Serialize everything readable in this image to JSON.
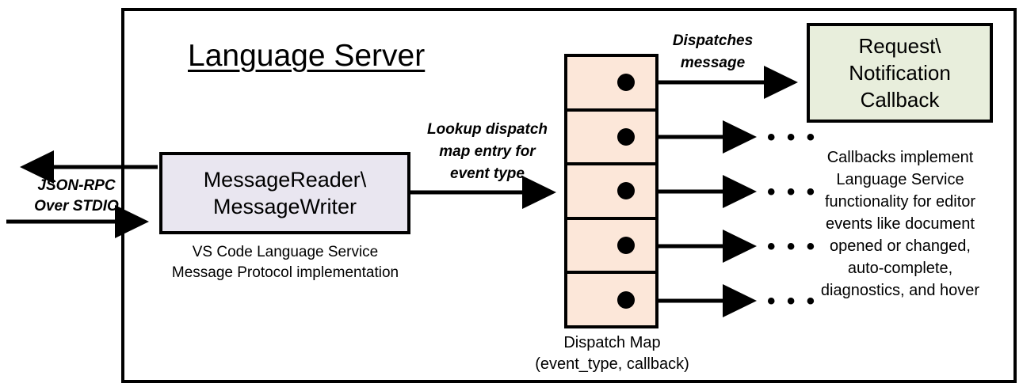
{
  "diagram": {
    "title": "Language Server",
    "io_label": {
      "line1": "JSON-RPC",
      "line2": "Over STDIO"
    },
    "reader": {
      "line1": "MessageReader\\",
      "line2": "MessageWriter",
      "caption_line1": "VS Code Language Service",
      "caption_line2": "Message Protocol implementation"
    },
    "lookup_label": {
      "line1": "Lookup dispatch",
      "line2": "map entry for",
      "line3": "event type"
    },
    "dispatch_map": {
      "caption_line1": "Dispatch Map",
      "caption_line2": "(event_type, callback)",
      "rows": [
        {
          "id": "row-1",
          "dot": "dispatch-entry-dot"
        },
        {
          "id": "row-2",
          "dot": "dispatch-entry-dot"
        },
        {
          "id": "row-3",
          "dot": "dispatch-entry-dot"
        },
        {
          "id": "row-4",
          "dot": "dispatch-entry-dot"
        },
        {
          "id": "row-5",
          "dot": "dispatch-entry-dot"
        }
      ]
    },
    "dispatches_label": {
      "line1": "Dispatches",
      "line2": "message"
    },
    "callback": {
      "line1": "Request\\",
      "line2": "Notification",
      "line3": "Callback",
      "caption_line1": "Callbacks implement",
      "caption_line2": "Language Service",
      "caption_line3": "functionality for editor",
      "caption_line4": "events like document",
      "caption_line5": "opened or changed,",
      "caption_line6": "auto-complete,",
      "caption_line7": "diagnostics, and hover"
    },
    "ellipsis": "• • •",
    "colors": {
      "reader_fill": "#E9E6F0",
      "dispatch_fill": "#FCE7D9",
      "callback_fill": "#E8EEDC",
      "stroke": "#000000",
      "background": "#FFFFFF"
    }
  }
}
